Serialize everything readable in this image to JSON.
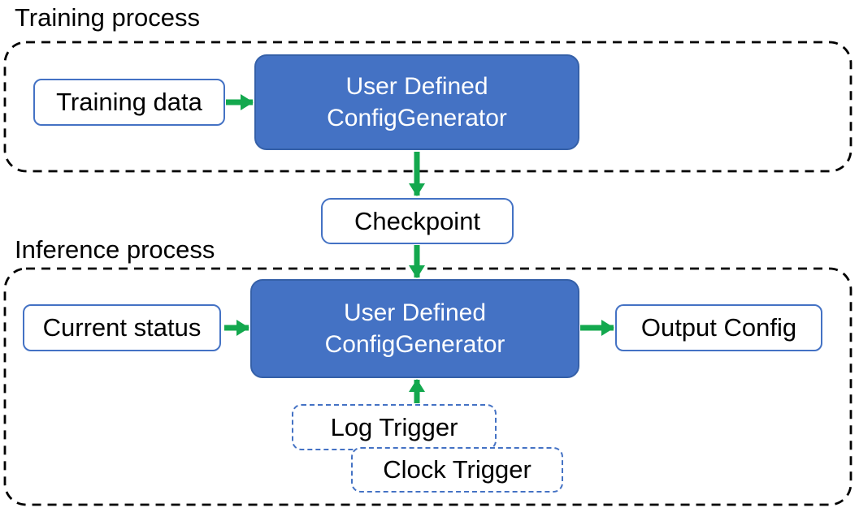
{
  "diagram": {
    "training_section": {
      "label": "Training process",
      "training_data_node": "Training data",
      "generator_node_line1": "User Defined",
      "generator_node_line2": "ConfigGenerator"
    },
    "checkpoint_node": "Checkpoint",
    "inference_section": {
      "label": "Inference process",
      "current_status_node": "Current status",
      "generator_node_line1": "User Defined",
      "generator_node_line2": "ConfigGenerator",
      "output_config_node": "Output Config",
      "log_trigger_node": "Log Trigger",
      "clock_trigger_node": "Clock Trigger"
    },
    "colors": {
      "generator_fill": "#4472C4",
      "generator_border": "#3560A8",
      "node_border": "#4472C4",
      "trigger_border": "#4472C4",
      "arrow_green": "#13A84E",
      "container_dash": "#000000",
      "text_dark": "#000000",
      "text_light": "#FFFFFF",
      "background": "#FFFFFF"
    }
  }
}
